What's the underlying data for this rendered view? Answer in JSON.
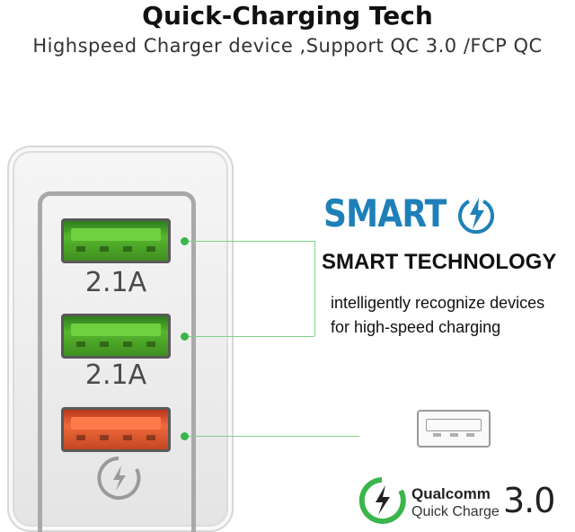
{
  "header": {
    "title": "Quick-Charging Tech",
    "subtitle": "Highspeed Charger device ,Support QC 3.0 /FCP QC"
  },
  "charger": {
    "ports": [
      {
        "type": "usb-port-green",
        "rating": "2.1A",
        "color": "#57b62e"
      },
      {
        "type": "usb-port-green",
        "rating": "2.1A",
        "color": "#57b62e"
      },
      {
        "type": "usb-port-orange",
        "rating": "",
        "color": "#ee6a3a"
      }
    ],
    "qc_icon": "quick-charge-bolt-icon"
  },
  "smart": {
    "logo_text": "SMART",
    "logo_icon": "power-bolt-icon",
    "heading": "SMART TECHNOLOGY",
    "desc_line1": "intelligently recognize devices",
    "desc_line2": "for high-speed charging",
    "brand_color": "#1f80b9"
  },
  "qualcomm": {
    "icon": "quick-charge-bolt-icon",
    "brand": "Qualcomm",
    "product": "Quick Charge",
    "version": "3.0",
    "accent_color": "#3ab54a"
  },
  "colors": {
    "leader_line": "#7fd28a",
    "leader_dot": "#3ab54a"
  }
}
